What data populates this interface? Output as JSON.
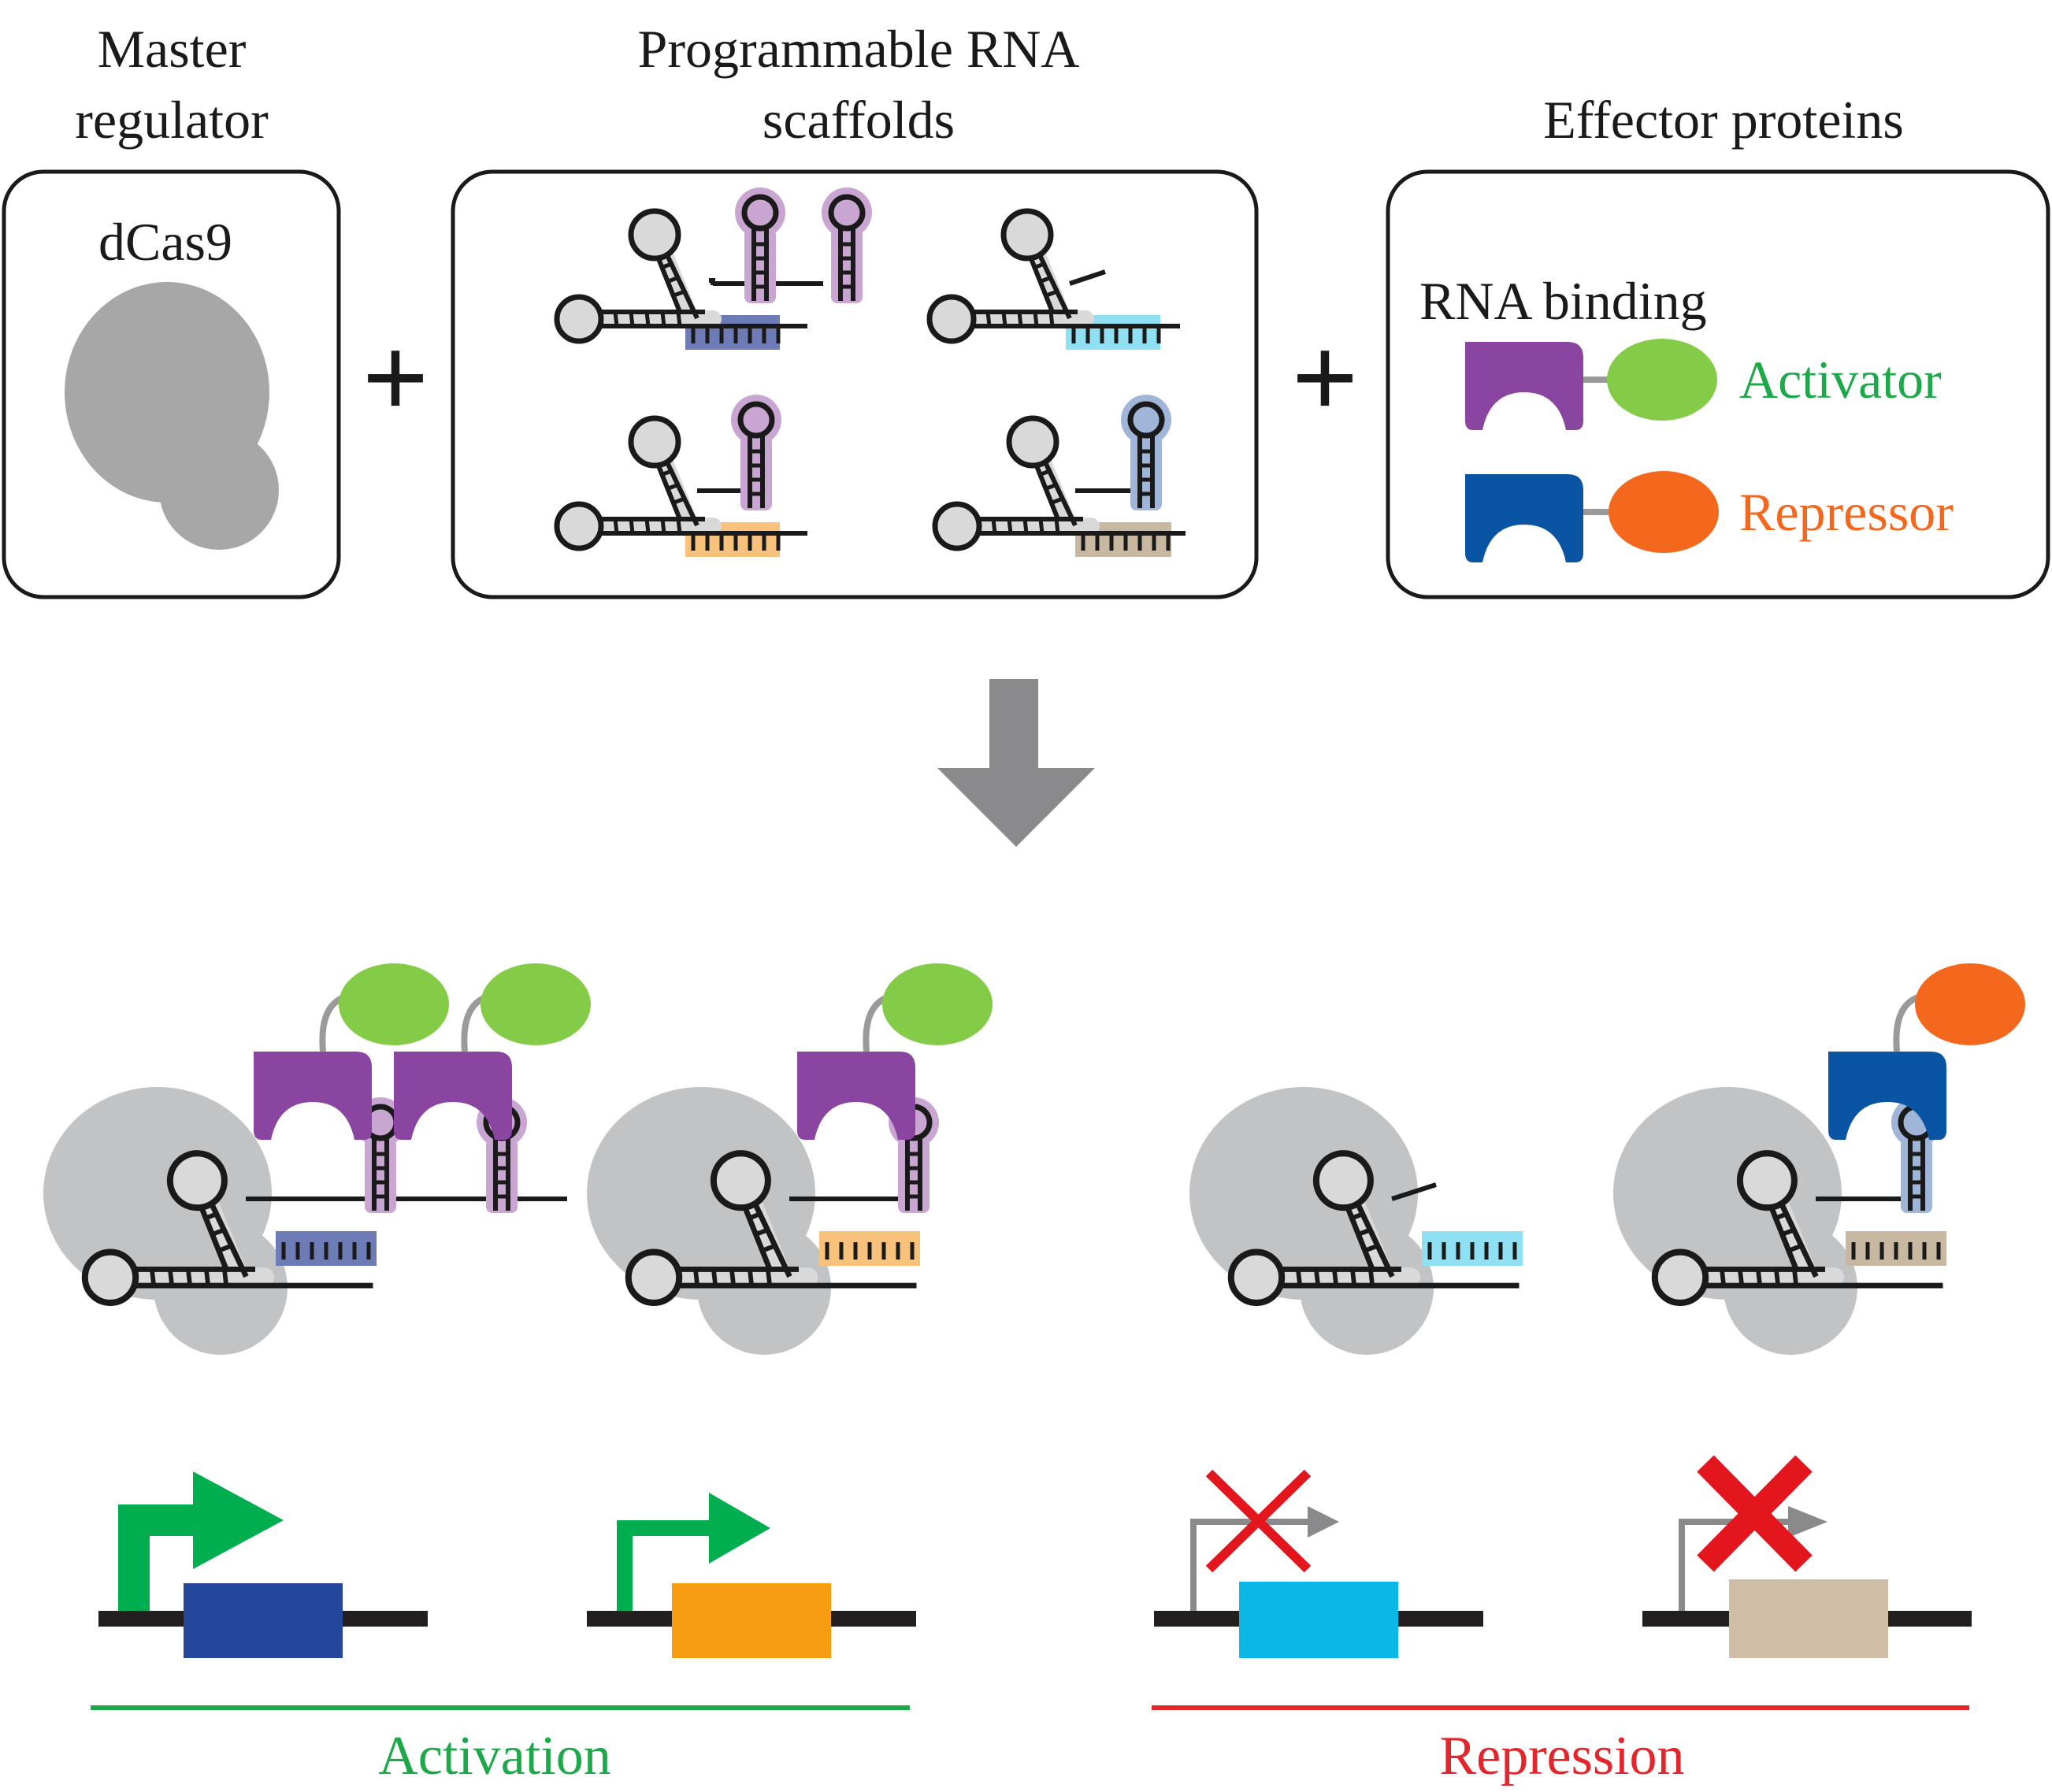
{
  "top": {
    "master": {
      "heading": [
        "Master",
        "regulator"
      ],
      "protein_label": "dCas9"
    },
    "scaffolds": {
      "heading": [
        "Programmable RNA",
        "scaffolds"
      ]
    },
    "effectors": {
      "heading": "Effector proteins",
      "binding_label": "RNA binding",
      "activator_label": "Activator",
      "repressor_label": "Repressor"
    },
    "plus_symbol": "+"
  },
  "bottom": {
    "activation_label": "Activation",
    "repression_label": "Repression"
  },
  "colors": {
    "dcas9_top": "#a7a7a7",
    "dcas9_bottom": "#c2c3c5",
    "rna_light": "#d9d9d9",
    "purple": "#8a45a0",
    "purple_loop": "#c9a5d2",
    "blue_binder": "#0a55a3",
    "blue_loop": "#9fb6d8",
    "activator": "#84cc48",
    "repressor": "#f4681e",
    "activation_text": "#1da84a",
    "repression_text": "#e2262c",
    "arrow_gray": "#8a8a8c",
    "target_dark_blue": "#6d7bb6",
    "target_light_blue": "#8fe0f2",
    "target_orange": "#f8c27d",
    "target_tan": "#c8b8a2",
    "gene_dark_blue": "#24479c",
    "gene_orange": "#f89c12",
    "gene_cyan": "#0bb7e6",
    "gene_tan": "#cfbda5",
    "x_red": "#e3161e"
  }
}
